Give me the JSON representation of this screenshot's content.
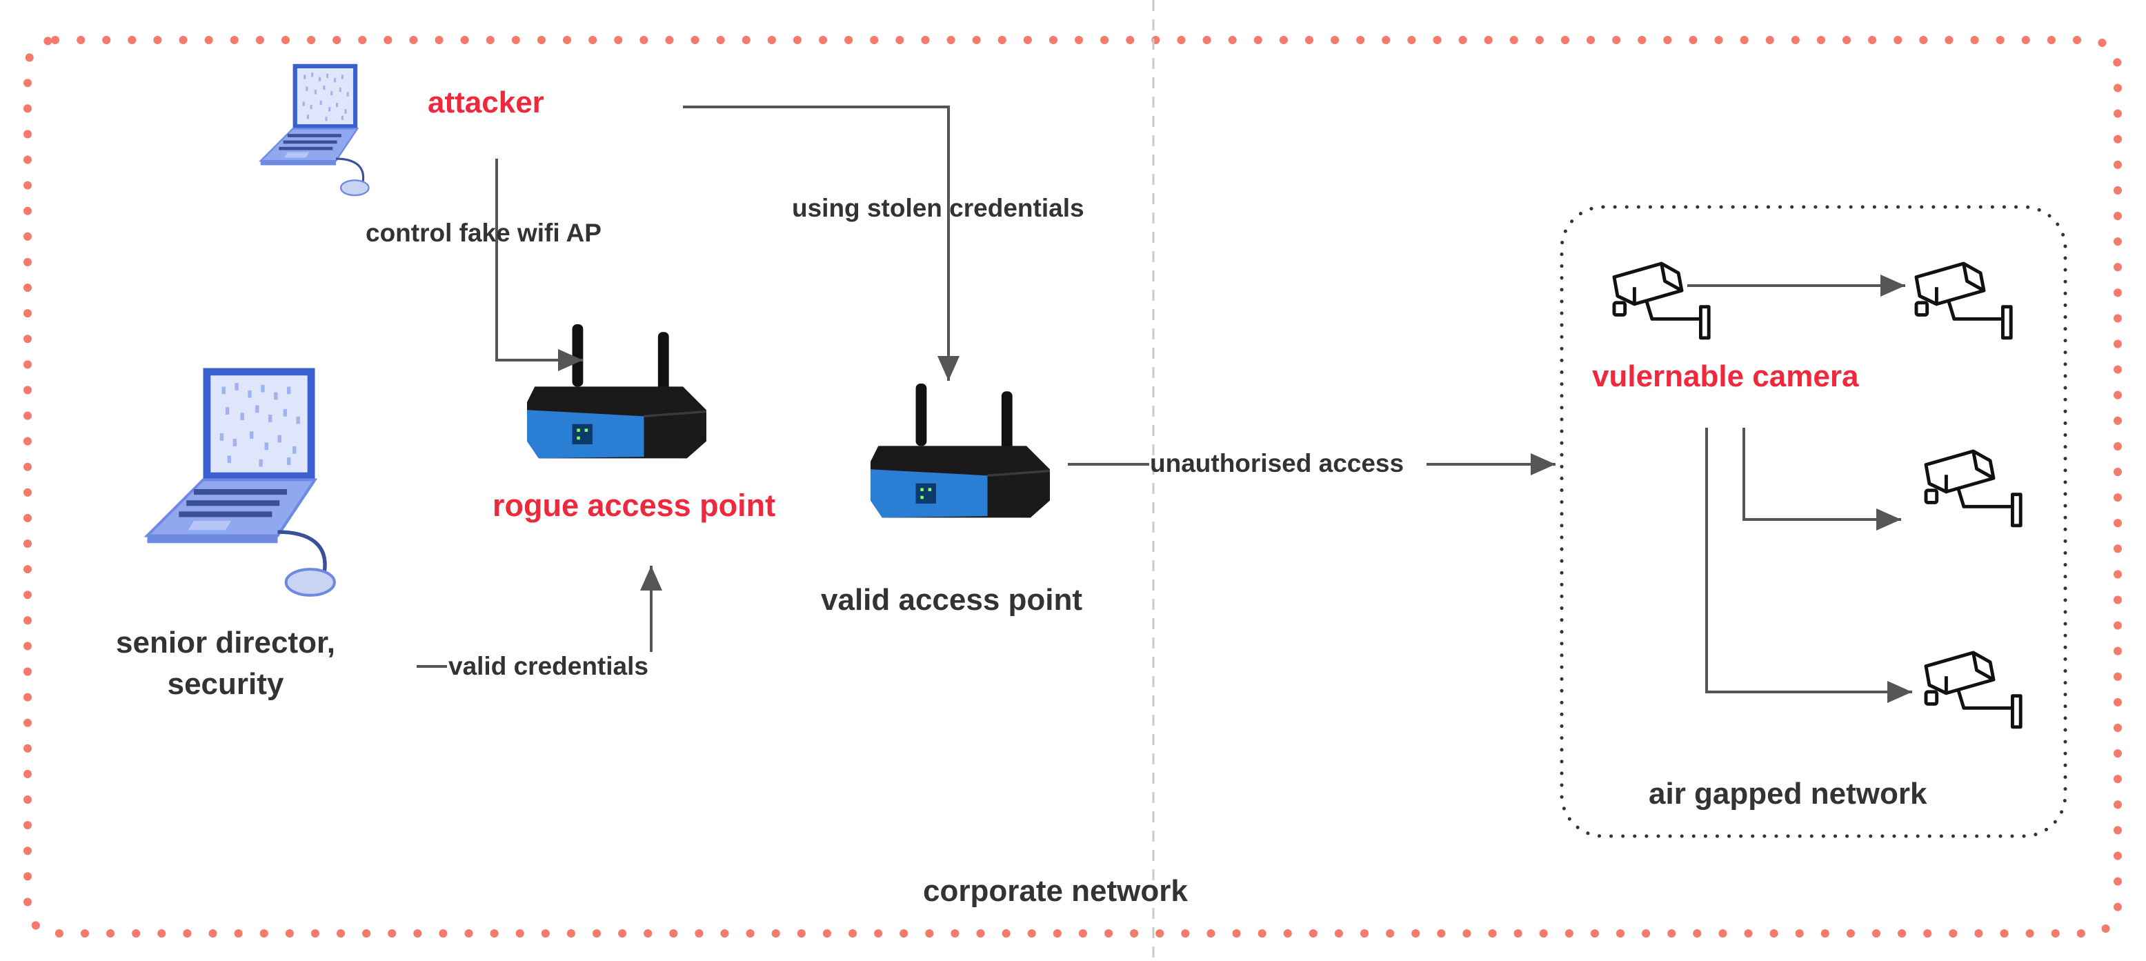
{
  "zones": {
    "corporate": {
      "label": "corporate network",
      "border_color": "#f47a6c"
    },
    "air_gapped": {
      "label": "air gapped network"
    }
  },
  "nodes": {
    "attacker": {
      "label": "attacker",
      "icon": "laptop-icon"
    },
    "victim": {
      "label_line1": "senior director,",
      "label_line2": "security",
      "icon": "laptop-icon"
    },
    "rogue_ap": {
      "label": "rogue access point",
      "icon": "wifi-router-icon"
    },
    "valid_ap": {
      "label": "valid access point",
      "icon": "wifi-router-icon"
    },
    "camera": {
      "label": "vulernable camera",
      "icon": "security-camera-icon"
    }
  },
  "edges": {
    "control": {
      "label": "control fake wifi AP"
    },
    "stolen": {
      "label": "using stolen credentials"
    },
    "valid_creds": {
      "label": "valid credentials"
    },
    "unauthorised": {
      "label": "unauthorised access"
    }
  },
  "colors": {
    "highlight": "#f0283c",
    "text": "#333333",
    "laptop": "#8fa8f0",
    "router": "#2a7fd4"
  }
}
